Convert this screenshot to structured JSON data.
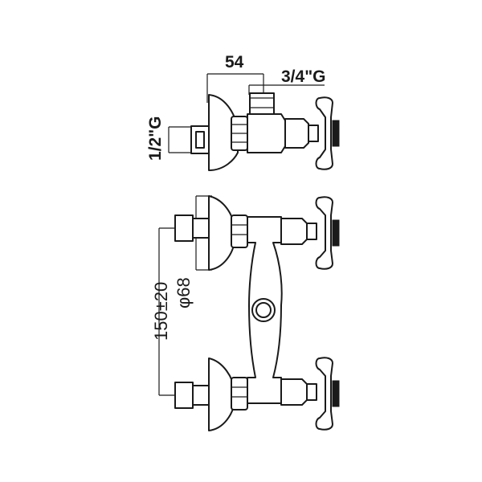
{
  "dimensions": {
    "width_54": "54",
    "thread_outlet": "3/4\"G",
    "thread_inlet": "1/2\"G",
    "diameter_flange": "φ68",
    "centers": "150±20"
  }
}
